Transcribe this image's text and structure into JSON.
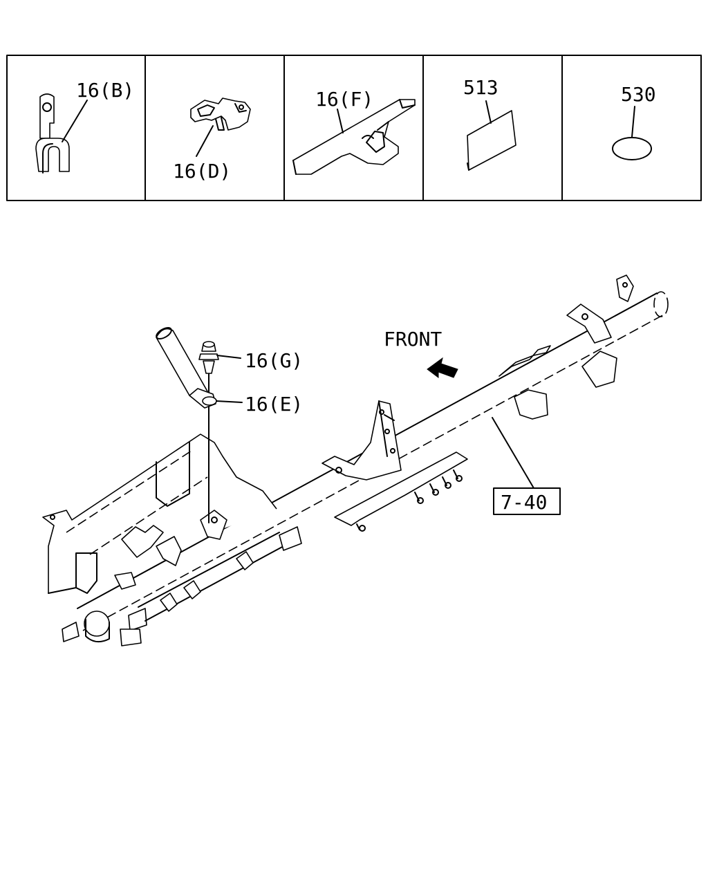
{
  "parts_row": [
    {
      "label": "16(B)"
    },
    {
      "label": "16(D)"
    },
    {
      "label": "16(F)"
    },
    {
      "label": "513"
    },
    {
      "label": "530"
    }
  ],
  "main": {
    "label_g": "16(G)",
    "label_e": "16(E)",
    "front": "FRONT",
    "assembly_ref": "7-40"
  }
}
